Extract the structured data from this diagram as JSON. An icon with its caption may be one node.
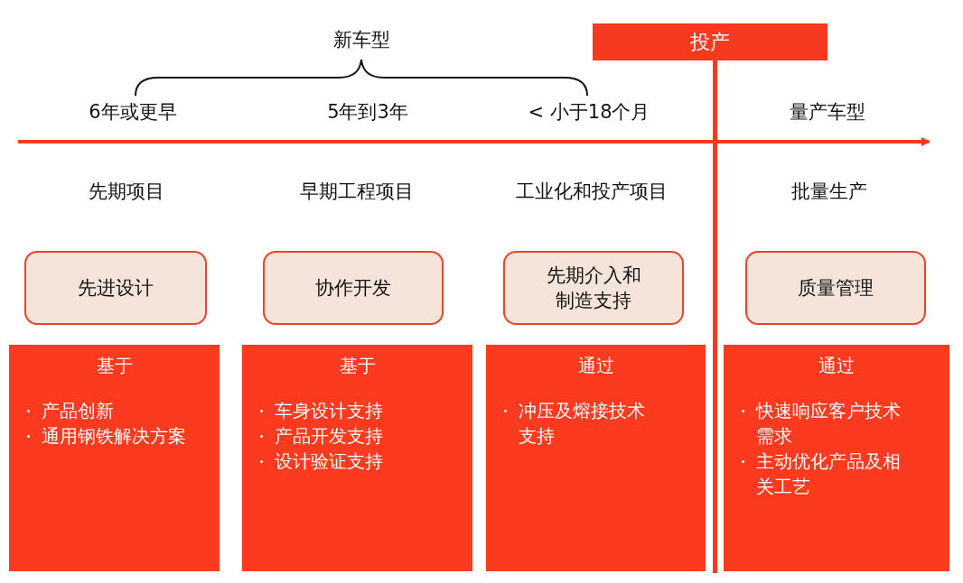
{
  "diagram": {
    "nodes": [
      {
        "text": [
          "投产"
        ]
      },
      {
        "text": [
          "先进设计"
        ]
      },
      {
        "text": [
          "协作开发"
        ]
      },
      {
        "text": [
          "先期介入和制造支持"
        ]
      },
      {
        "text": [
          "质量管理"
        ]
      },
      {
        "text": [
          "基于",
          "产品创新",
          "通用钢铁解决方案"
        ]
      },
      {
        "text": [
          "基于",
          "车身设计支持",
          "产品开发支持",
          "设计验证支持"
        ]
      },
      {
        "text": [
          "通过",
          "冲压及熔接技术支持"
        ]
      },
      {
        "text": [
          "通过",
          "快速响应客户技术需求",
          "主动优化产品及相关工艺"
        ]
      }
    ],
    "labels": [
      "新车型",
      "6年或更早",
      "5年到3年",
      "< 小于18个月",
      "量产车型",
      "先期项目",
      "早期工程项目",
      "工业化和投产项目",
      "批量生产"
    ]
  }
}
